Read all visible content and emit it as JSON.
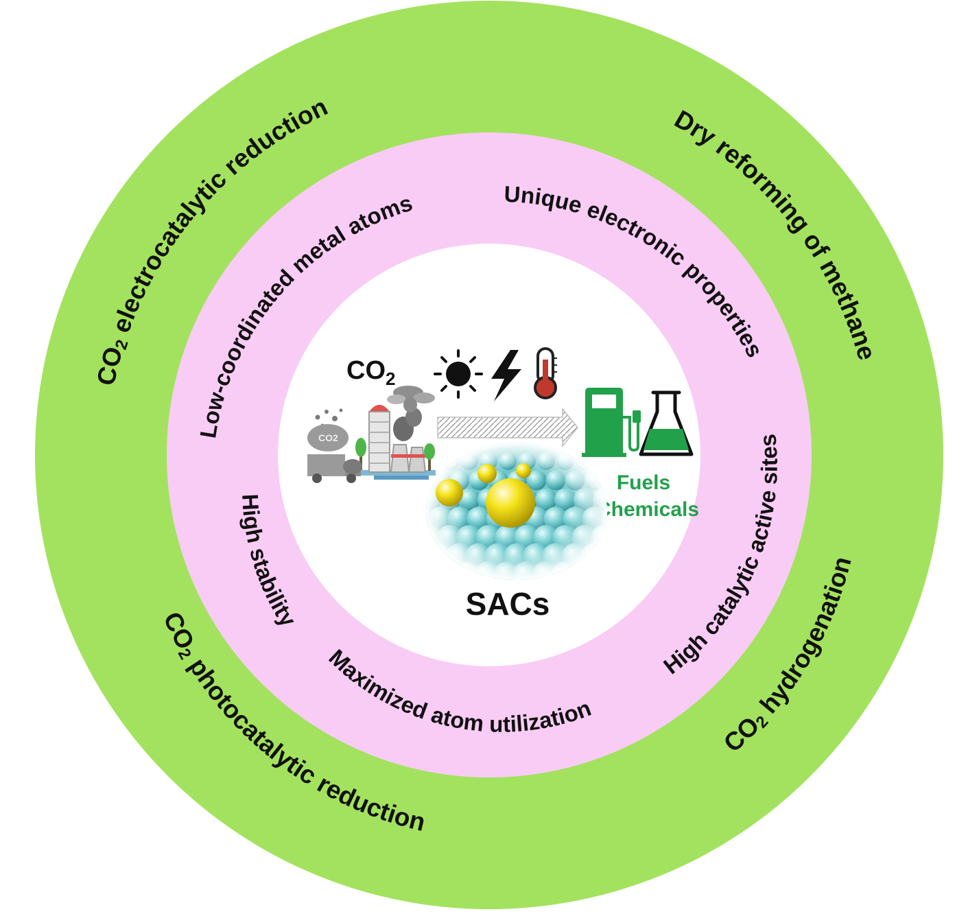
{
  "colors": {
    "outer_ring": "#a3e25e",
    "inner_ring": "#f8ccf4",
    "center": "#ffffff",
    "product_green": "#22a14b",
    "metal_atom": "#f2e21a",
    "support_atom": "#6fc7c9"
  },
  "outer_ring": {
    "labels": [
      {
        "id": "electro",
        "prefix": "CO",
        "subscript": "2",
        "text": " electrocatalytic reduction"
      },
      {
        "id": "dry",
        "prefix": "",
        "subscript": "",
        "text": "Dry reforming of methane"
      },
      {
        "id": "photo",
        "prefix": "CO",
        "subscript": "2",
        "text": " photocatalytic reduction"
      },
      {
        "id": "hydro",
        "prefix": "CO",
        "subscript": "2",
        "text": " hydrogenation"
      }
    ]
  },
  "inner_ring": {
    "labels": [
      {
        "id": "low_coord",
        "text": "Low-coordinated metal atoms"
      },
      {
        "id": "unique",
        "text": "Unique electronic properties"
      },
      {
        "id": "high_cat",
        "text": "High catalytic active sites"
      },
      {
        "id": "maximized",
        "text": "Maximized atom utilization"
      },
      {
        "id": "stability",
        "text": "High stability"
      }
    ]
  },
  "center": {
    "co2_prefix": "CO",
    "co2_subscript": "2",
    "icons": [
      "sun-icon",
      "lightning-icon",
      "thermometer-icon",
      "factory-icon",
      "truck-icon",
      "arrow-icon",
      "fuel-pump-icon",
      "flask-icon"
    ],
    "truck_badge": "CO2",
    "product_line1": "Fuels",
    "product_line2": "Chemicals",
    "catalyst_label": "SACs"
  }
}
